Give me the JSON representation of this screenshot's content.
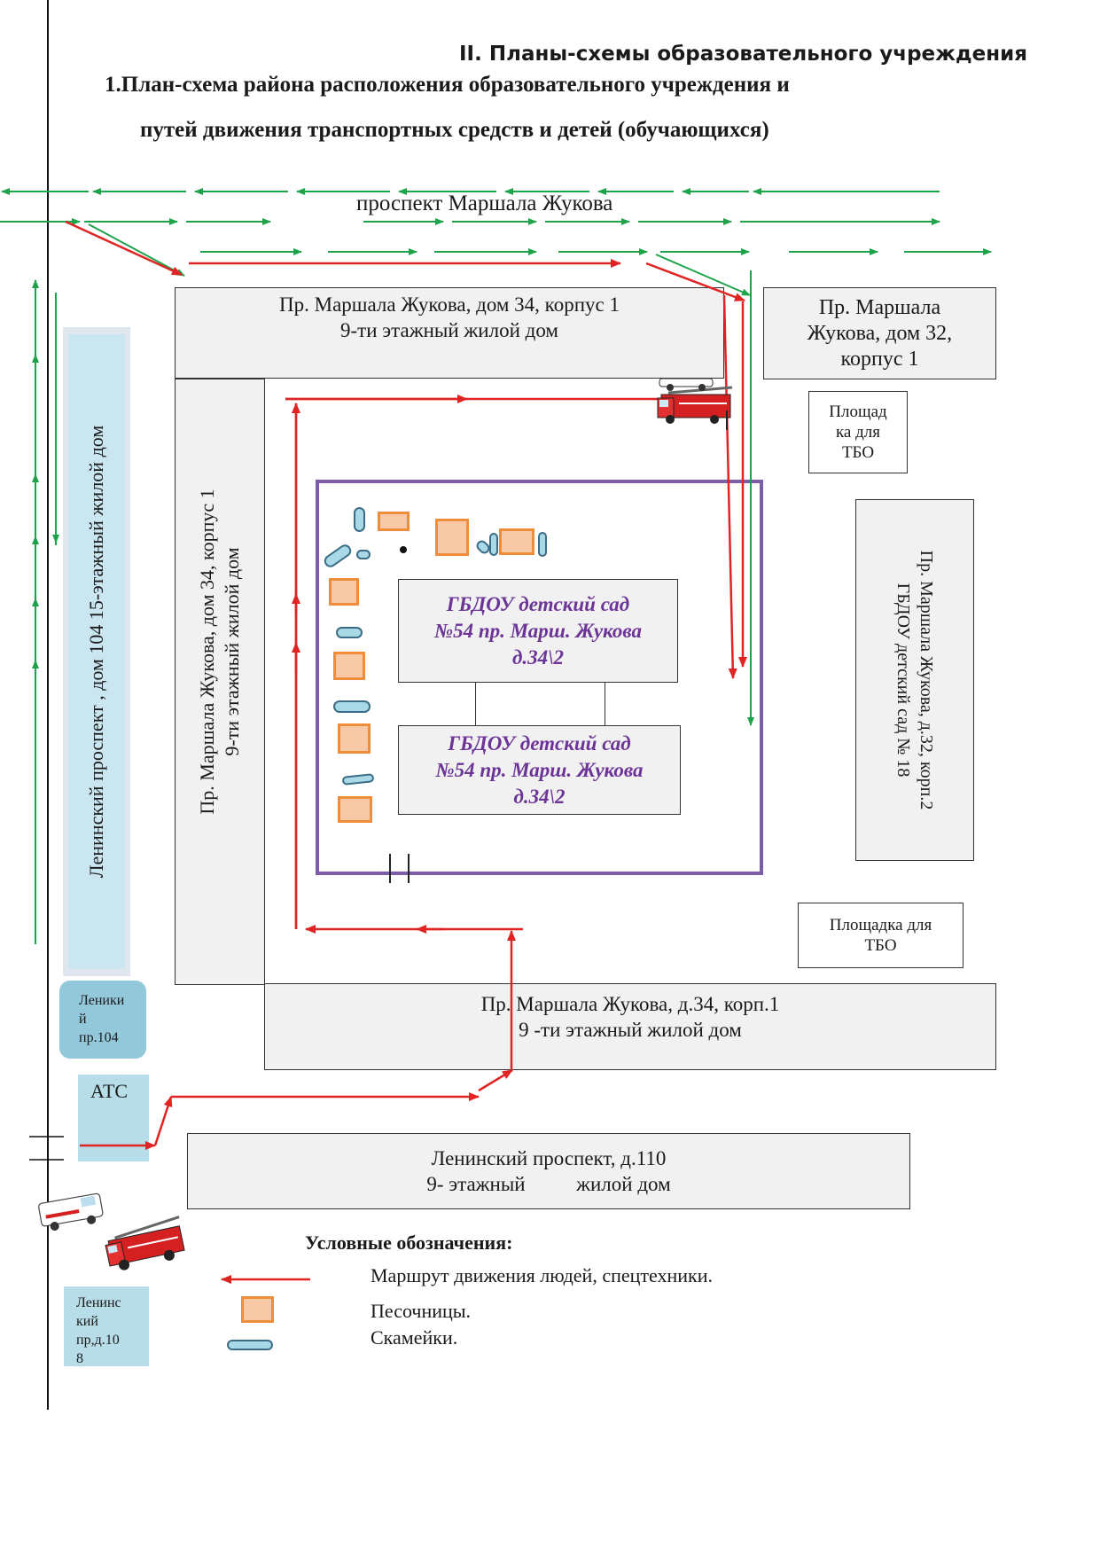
{
  "heading": {
    "section": "II. Планы-схемы образовательного учреждения",
    "title_line1": "1.План-схема района расположения образовательного учреждения и",
    "title_line2": "путей движения транспортных средств и детей (обучающихся)"
  },
  "streets": {
    "top": "проспект Маршала Жукова"
  },
  "buildings": {
    "zhukova34_top": {
      "line1": "Пр. Маршала Жукова, дом 34, корпус 1",
      "line2": "9-ти этажный жилой дом"
    },
    "zhukova32": {
      "line1": "Пр. Маршала",
      "line2": "Жукова, дом 32,",
      "line3": "корпус 1"
    },
    "tbo_1": {
      "line1": "Площад",
      "line2": "ка для",
      "line3": "ТБО"
    },
    "leninsky104_vertical": "Ленинский проспект , дом 104   15-этажный жилой  дом",
    "zhukova34_left": {
      "line1": "Пр. Маршала Жукова, дом 34, корпус 1",
      "line2": "9-ти этажный жилой дом"
    },
    "zhukova32_k2": {
      "line1": "Пр. Маршала Жукова, д.32, корп.2",
      "line2": "ГБДОУ детский сад № 18"
    },
    "tbo_2": {
      "line1": "Площадка для",
      "line2": "ТБО"
    },
    "zhukova34_bottom": {
      "line1": "Пр. Маршала Жукова, д.34, корп.1",
      "line2": "9 -ти этажный жилой дом"
    },
    "leniki104": {
      "line1": "Леники",
      "line2": "й",
      "line3": "пр.104"
    },
    "ats": "АТС",
    "leninsky110": {
      "line1": "Ленинский проспект, д.110",
      "line2": "9- этажный          жилой дом"
    },
    "leninsky108": {
      "line1": "Ленинс",
      "line2": "кий",
      "line3": "пр,д.10",
      "line4": "8"
    }
  },
  "kindergarten": {
    "block_a": {
      "line1": "ГБДОУ детский сад",
      "line2": "№54  пр. Марш. Жукова",
      "line3": "д.34\\2"
    },
    "block_b": {
      "line1": "ГБДОУ детский сад",
      "line2": "№54  пр. Марш. Жукова",
      "line3": "д.34\\2"
    }
  },
  "legend": {
    "title": "Условные обозначения:",
    "route": "Маршрут движения людей, спецтехники.",
    "sandbox": "Песочницы.",
    "bench": "Скамейки."
  },
  "colors": {
    "route_red": "#e02424",
    "traffic_green": "#1fa34a",
    "kindergarten_border": "#7b5ea7",
    "kindergarten_text": "#6b3496",
    "sandbox_fill": "#f7c9a6",
    "sandbox_border": "#ef8d3a",
    "bench_fill": "#a9d8e6",
    "building_fill": "#f1f1f1",
    "blue_box": "#b7dde8"
  },
  "icons": [
    "fire-truck-icon",
    "ambulance-icon",
    "car-icon"
  ]
}
